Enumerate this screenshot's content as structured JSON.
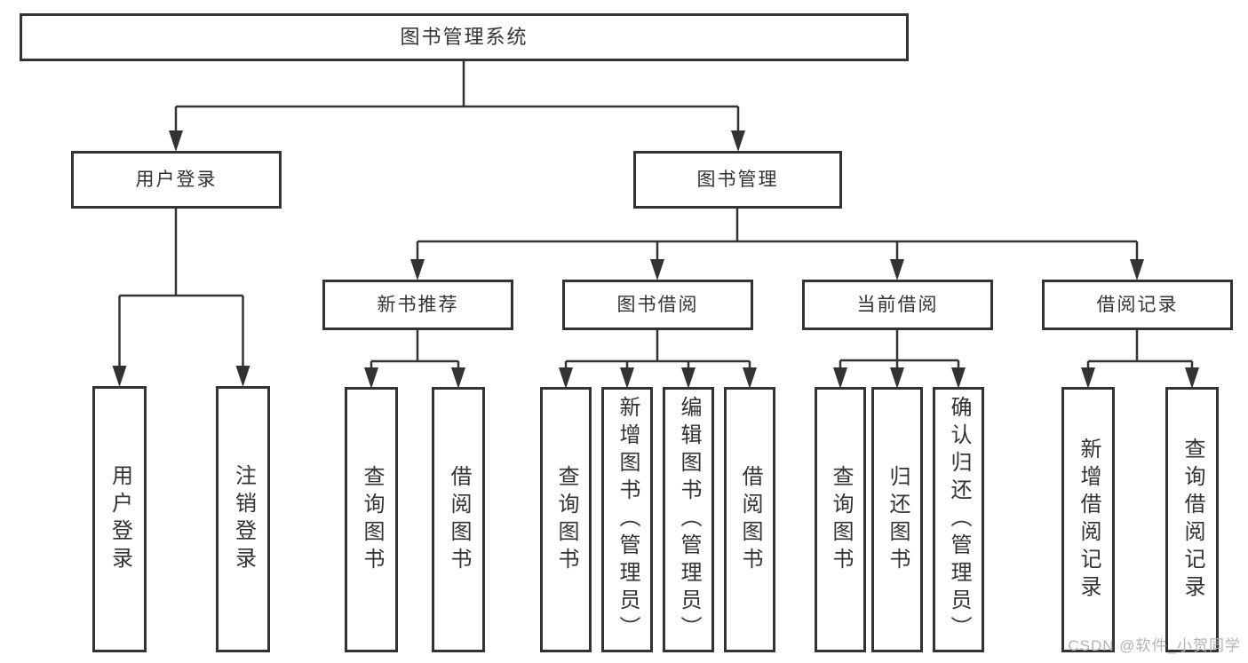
{
  "tree": {
    "label": "图书管理系统",
    "children": [
      {
        "label": "用户登录",
        "children": [
          {
            "label": "用户登录"
          },
          {
            "label": "注销登录"
          }
        ]
      },
      {
        "label": "图书管理",
        "children": [
          {
            "label": "新书推荐",
            "children": [
              {
                "label": "查询图书"
              },
              {
                "label": "借阅图书"
              }
            ]
          },
          {
            "label": "图书借阅",
            "children": [
              {
                "label": "查询图书"
              },
              {
                "label": "新增图书（管理员）"
              },
              {
                "label": "编辑图书（管理员）"
              },
              {
                "label": "借阅图书"
              }
            ]
          },
          {
            "label": "当前借阅",
            "children": [
              {
                "label": "查询图书"
              },
              {
                "label": "归还图书"
              },
              {
                "label": "确认归还（管理员）"
              }
            ]
          },
          {
            "label": "借阅记录",
            "children": [
              {
                "label": "新增借阅记录"
              },
              {
                "label": "查询借阅记录"
              }
            ]
          }
        ]
      }
    ]
  },
  "watermark": {
    "text": "CSDN @软件_小贺同学"
  },
  "colors": {
    "line": "#333333",
    "text": "#333333",
    "box_background": "#ffffff",
    "page_background": "#ffffff",
    "watermark": "#b3b3b3"
  }
}
